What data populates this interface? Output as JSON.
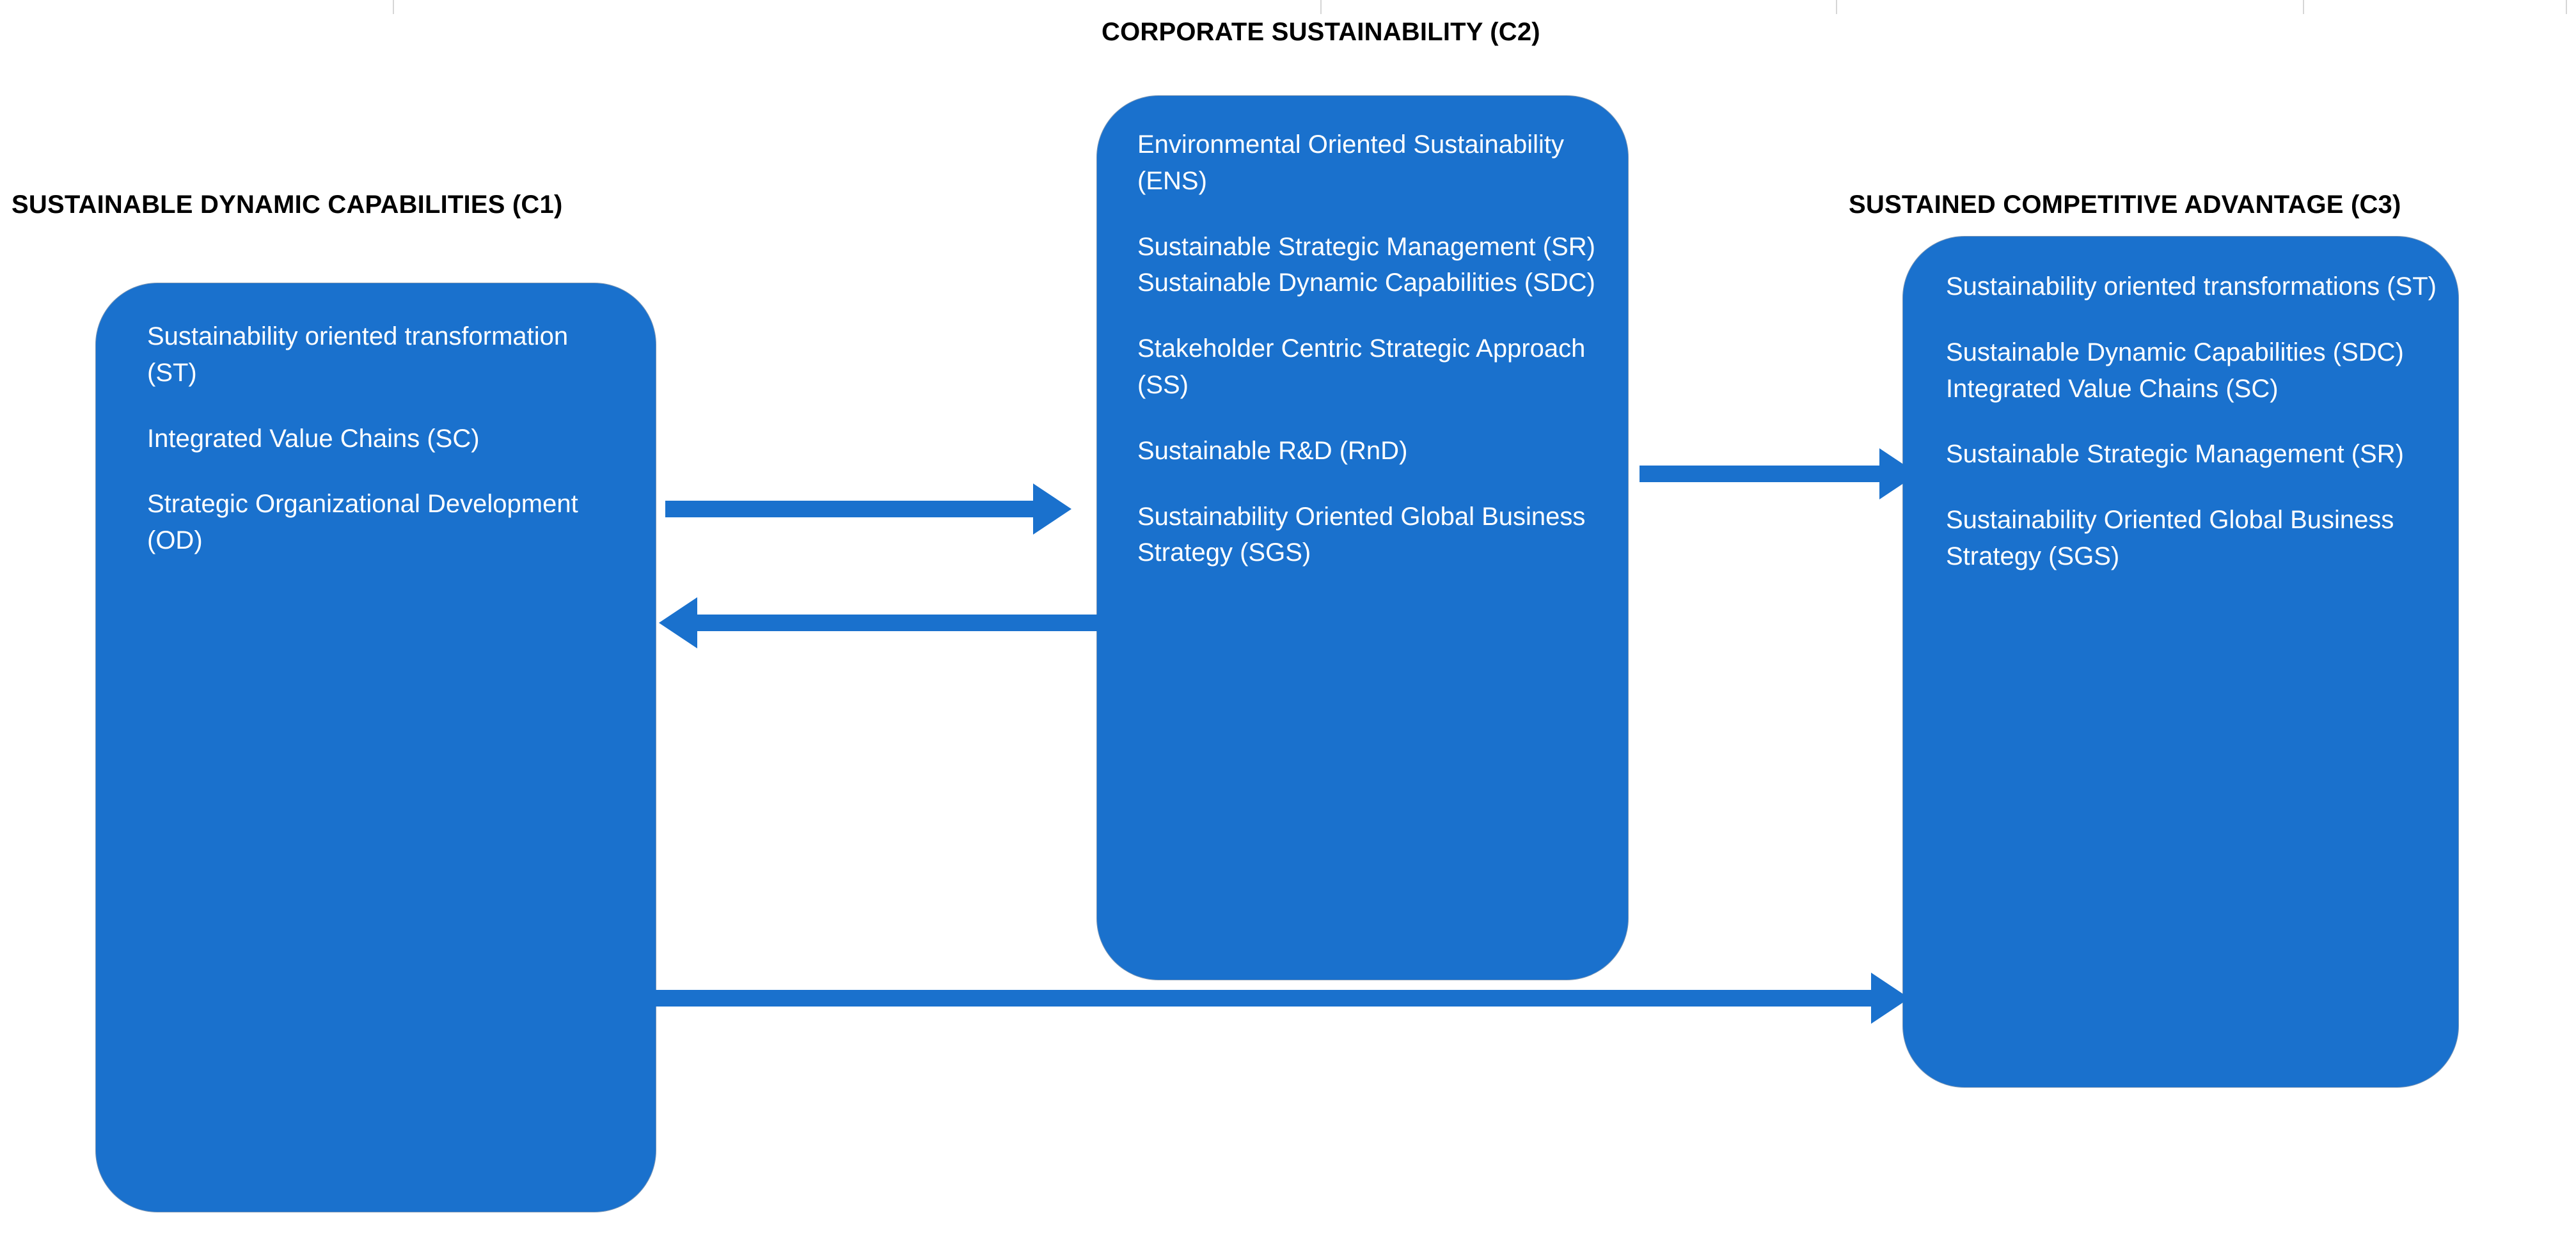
{
  "diagram": {
    "type": "flow",
    "background_color": "#ffffff",
    "box_color": "#1a71cd",
    "box_text_color": "#ffffff",
    "title_color": "#000000",
    "arrow_color": "#1a71cd"
  },
  "columns": [
    {
      "id": "C1",
      "title": "SUSTAINABLE DYNAMIC CAPABILITIES (C1)",
      "items": [
        "Sustainability oriented transformation (ST)",
        "Integrated Value Chains (SC)",
        "Strategic Organizational Development (OD)"
      ]
    },
    {
      "id": "C2",
      "title": "CORPORATE SUSTAINABILITY (C2)",
      "items": [
        "Environmental Oriented Sustainability (ENS)",
        "Sustainable Strategic Management (SR)",
        "Sustainable Dynamic Capabilities (SDC)",
        "Stakeholder Centric Strategic Approach (SS)",
        " Sustainable R&D (RnD)",
        " Sustainability Oriented Global Business Strategy (SGS)"
      ]
    },
    {
      "id": "C3",
      "title": "SUSTAINED COMPETITIVE ADVANTAGE (C3)",
      "items": [
        "Sustainability oriented transformations (ST)",
        "Sustainable Dynamic Capabilities (SDC)",
        "Integrated Value Chains (SC)",
        "Sustainable Strategic Management (SR)",
        "Sustainability Oriented Global Business Strategy (SGS)"
      ]
    }
  ],
  "arrows": [
    {
      "id": "c1-to-c2",
      "from": "C1",
      "to": "C2",
      "direction": "right"
    },
    {
      "id": "c2-to-c1",
      "from": "C2",
      "to": "C1",
      "direction": "left"
    },
    {
      "id": "c2-to-c3",
      "from": "C2",
      "to": "C3",
      "direction": "right"
    },
    {
      "id": "c1-to-c3",
      "from": "C1",
      "to": "C3",
      "direction": "right"
    }
  ]
}
